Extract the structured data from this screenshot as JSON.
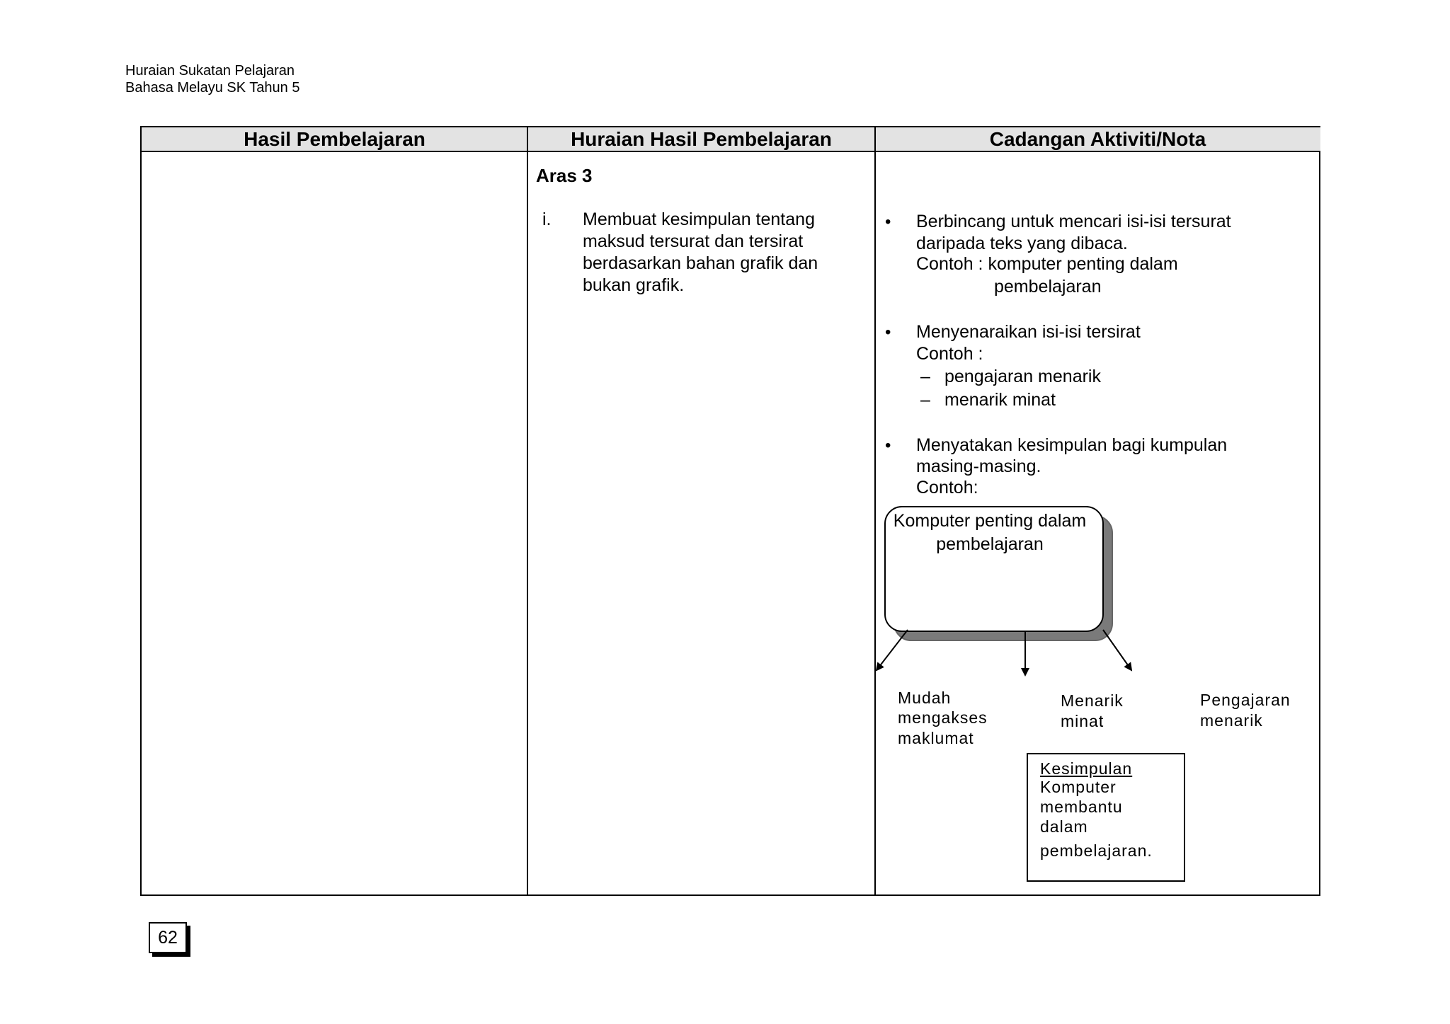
{
  "header": {
    "line1": "Huraian Sukatan Pelajaran",
    "line2": "Bahasa Melayu SK  Tahun 5"
  },
  "table": {
    "columns": [
      "Hasil Pembelajaran",
      "Huraian Hasil Pembelajaran",
      "Cadangan Aktiviti/Nota"
    ],
    "col2": {
      "level": "Aras 3",
      "item_number": "i.",
      "item_text": "Membuat kesimpulan tentang maksud tersurat dan tersirat berdasarkan bahan grafik dan bukan grafik."
    },
    "col3": {
      "bullet_symbol": "•",
      "dash_symbol": "–",
      "b1_line1": "Berbincang untuk mencari isi-isi tersurat",
      "b1_line2": "daripada teks yang dibaca.",
      "b1_line3": "Contoh : komputer penting dalam",
      "b1_line4": "pembelajaran",
      "b2_line1": "Menyenaraikan isi-isi tersirat",
      "b2_line2": "Contoh :",
      "b2_dash1": "pengajaran menarik",
      "b2_dash2": "menarik minat",
      "b3_line1": "Menyatakan kesimpulan bagi kumpulan",
      "b3_line2": "masing-masing.",
      "b3_line3": "Contoh:"
    },
    "diagram": {
      "center": "Komputer penting dalam pembelajaran",
      "left_line1": "Mudah",
      "left_line2": "mengakses",
      "left_line3": "maklumat",
      "mid_line1": "Menarik",
      "mid_line2": "minat",
      "right_line1": "Pengajaran",
      "right_line2": "menarik",
      "conclusion_title": "Kesimpulan",
      "conclusion_line1": "Komputer",
      "conclusion_line2": "membantu",
      "conclusion_line3": "dalam",
      "conclusion_line4": "pembelajaran."
    }
  },
  "page_number": "62"
}
